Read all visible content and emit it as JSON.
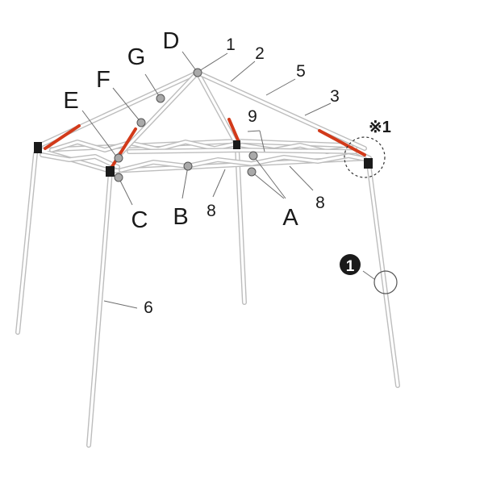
{
  "colors": {
    "frame": "#bdbdbd",
    "strap": "#d23a1a",
    "joint": "#1a1a1a",
    "hub": "#a9a9a9",
    "text": "#1a1a1a"
  },
  "labels": {
    "A": "A",
    "B": "B",
    "C": "C",
    "D": "D",
    "E": "E",
    "F": "F",
    "G": "G",
    "n1": "1",
    "n2": "2",
    "n3": "3",
    "n5": "5",
    "n6": "6",
    "n8a": "8",
    "n8b": "8",
    "n9": "9",
    "note": "※1",
    "detail_badge": "1"
  },
  "icons": {
    "detail_badge": "circled-number-icon",
    "detail_circle": "magnifier-circle-icon"
  }
}
